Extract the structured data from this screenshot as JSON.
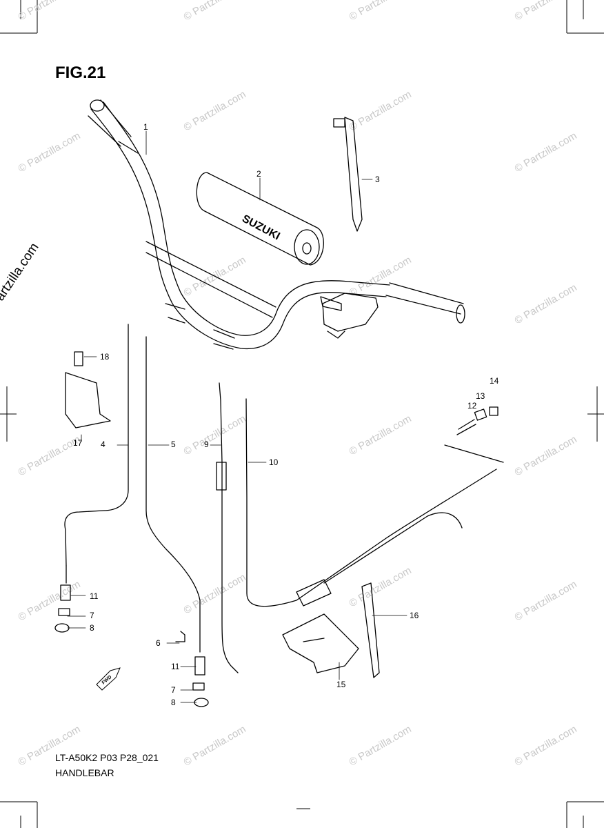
{
  "figure": {
    "title": "FIG.21",
    "model_code": "LT-A50K2 P03 P28_021",
    "section_name": "HANDLEBAR"
  },
  "watermark": {
    "text": "© Partzilla.com",
    "side_text": "© Partzilla.com"
  },
  "brand_mark": "SUZUKI",
  "direction_marker": "FWD",
  "callouts": [
    "1",
    "2",
    "3",
    "4",
    "5",
    "6",
    "7",
    "8",
    "9",
    "10",
    "11",
    "12",
    "13",
    "14",
    "15",
    "16",
    "17",
    "18",
    "11",
    "7",
    "8"
  ],
  "colors": {
    "line": "#000000",
    "watermark": "#c8c8c8",
    "background": "#ffffff"
  }
}
